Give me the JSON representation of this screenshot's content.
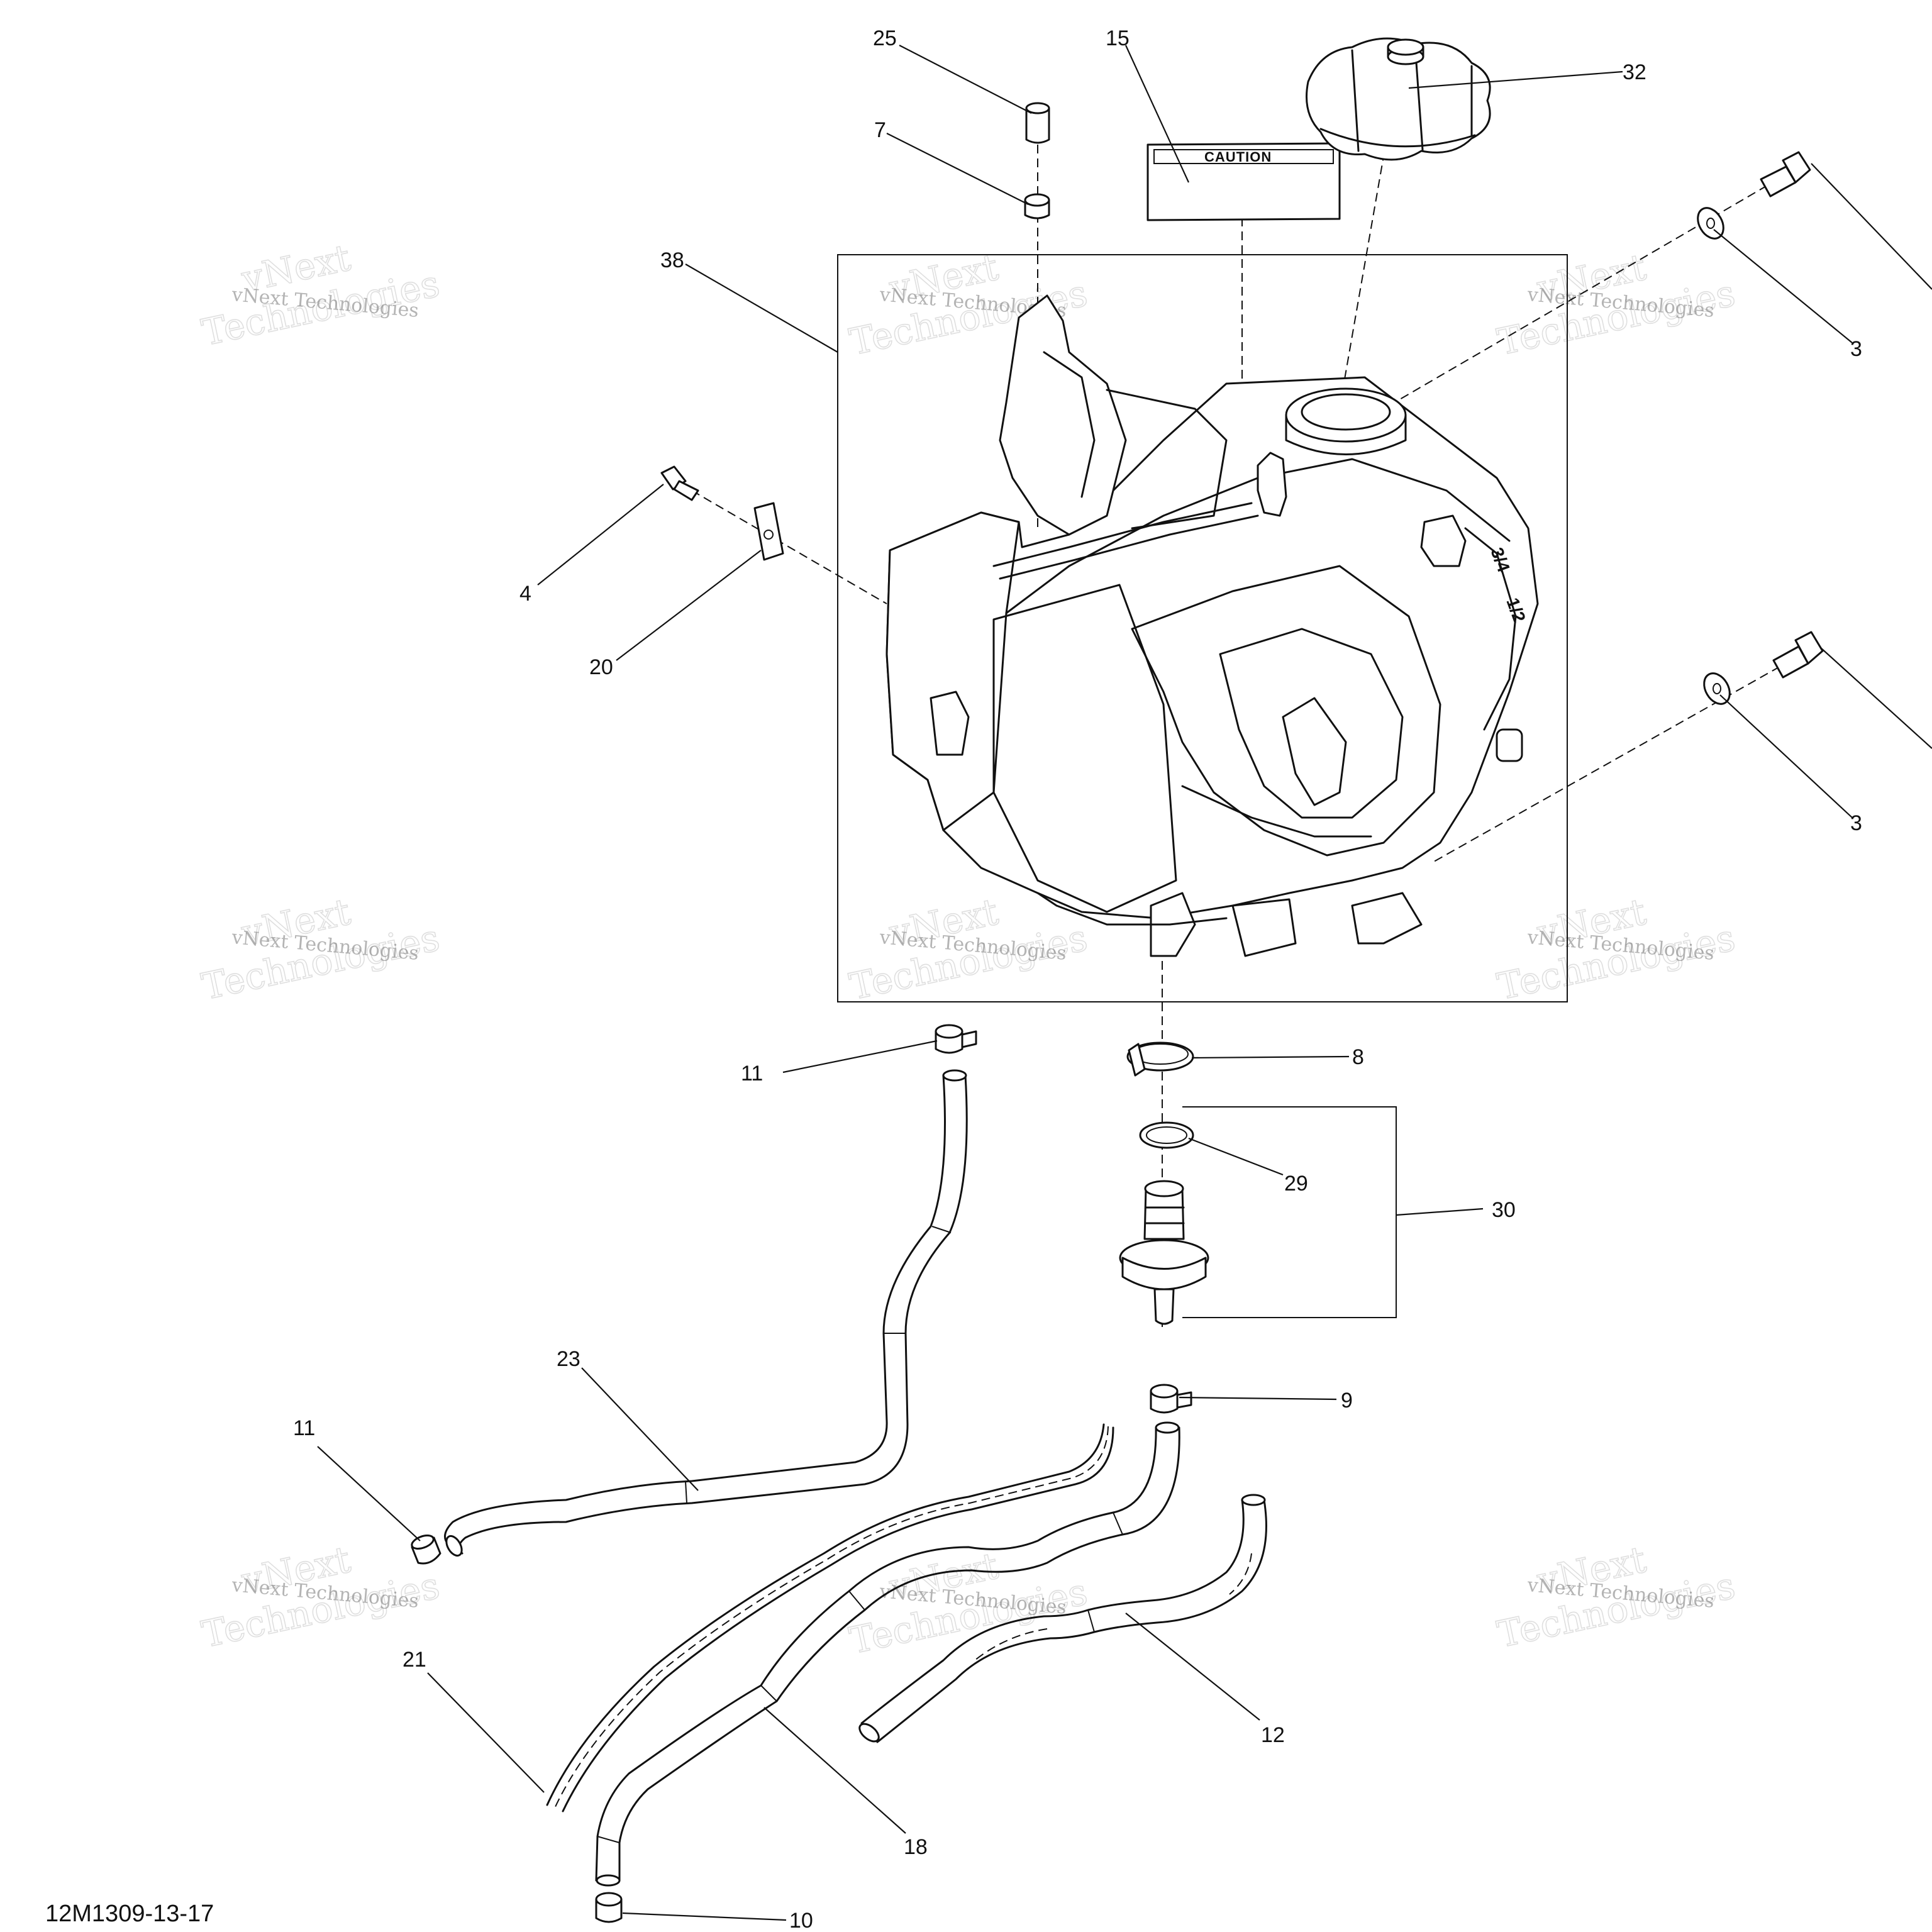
{
  "drawing_id": "12M1309-13-17",
  "watermark": {
    "line1": "vNext",
    "line2": "Technologies",
    "small": "vNext Technologies"
  },
  "caution_label": "CAUTION",
  "gauge_marks": {
    "three_quarter": "3/4",
    "half": "1/2"
  },
  "callouts": {
    "c25": "25",
    "c15": "15",
    "c32": "32",
    "c7": "7",
    "c38": "38",
    "c3a": "3",
    "c3b": "3",
    "c4": "4",
    "c20": "20",
    "c11a": "11",
    "c8": "8",
    "c29": "29",
    "c30": "30",
    "c23": "23",
    "c9": "9",
    "c11b": "11",
    "c21": "21",
    "c12": "12",
    "c18": "18",
    "c10": "10"
  }
}
